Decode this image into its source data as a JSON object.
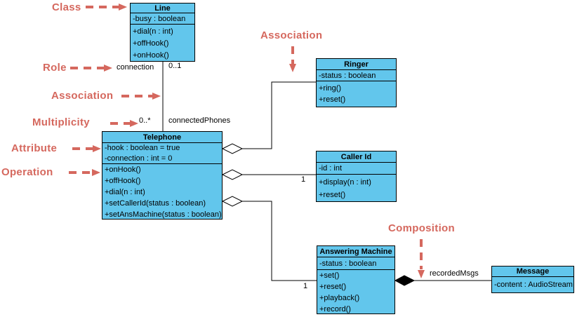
{
  "diagram": {
    "type": "uml-class-diagram",
    "colors": {
      "class_fill": "#62c6ec",
      "class_border": "#000000",
      "annotation_color": "#d5685e",
      "connector_color": "#000000"
    },
    "classes": [
      {
        "name": "Line",
        "attributes": [
          "-busy : boolean"
        ],
        "operations": [
          "+dial(n : int)",
          "+offHook()",
          "+onHook()"
        ]
      },
      {
        "name": "Telephone",
        "attributes": [
          "-hook : boolean = true",
          "-connection : int = 0"
        ],
        "operations": [
          "+onHook()",
          "+offHook()",
          "+dial(n : int)",
          "+setCallerId(status : boolean)",
          "+setAnsMachine(status : boolean)"
        ]
      },
      {
        "name": "Ringer",
        "attributes": [
          "-status : boolean"
        ],
        "operations": [
          "+ring()",
          "+reset()"
        ]
      },
      {
        "name": "Caller Id",
        "attributes": [
          "-id : int"
        ],
        "operations": [
          "+display(n : int)",
          "+reset()"
        ]
      },
      {
        "name": "Answering Machine",
        "attributes": [
          "-status : boolean"
        ],
        "operations": [
          "+set()",
          "+reset()",
          "+playback()",
          "+record()"
        ]
      },
      {
        "name": "Message",
        "attributes": [
          "-content : AudioStream"
        ],
        "operations": []
      }
    ],
    "annotations": {
      "class": "Class",
      "role": "Role",
      "association_left": "Association",
      "multiplicity": "Multiplicity",
      "attribute": "Attribute",
      "operation": "Operation",
      "association_top": "Association",
      "composition": "Composition"
    },
    "edge_labels": {
      "role_connection": "connection",
      "multiplicity_line": "0..1",
      "multiplicity_phones": "0..*",
      "role_connected_phones": "connectedPhones",
      "multiplicity_caller_id": "1",
      "multiplicity_answering": "1",
      "role_recorded_msgs": "recordedMsgs"
    },
    "relationships": [
      {
        "from": "Telephone",
        "to": "Line",
        "type": "association"
      },
      {
        "from": "Telephone",
        "to": "Ringer",
        "type": "aggregation"
      },
      {
        "from": "Telephone",
        "to": "Caller Id",
        "type": "aggregation"
      },
      {
        "from": "Telephone",
        "to": "Answering Machine",
        "type": "aggregation"
      },
      {
        "from": "Answering Machine",
        "to": "Message",
        "type": "composition"
      }
    ]
  }
}
